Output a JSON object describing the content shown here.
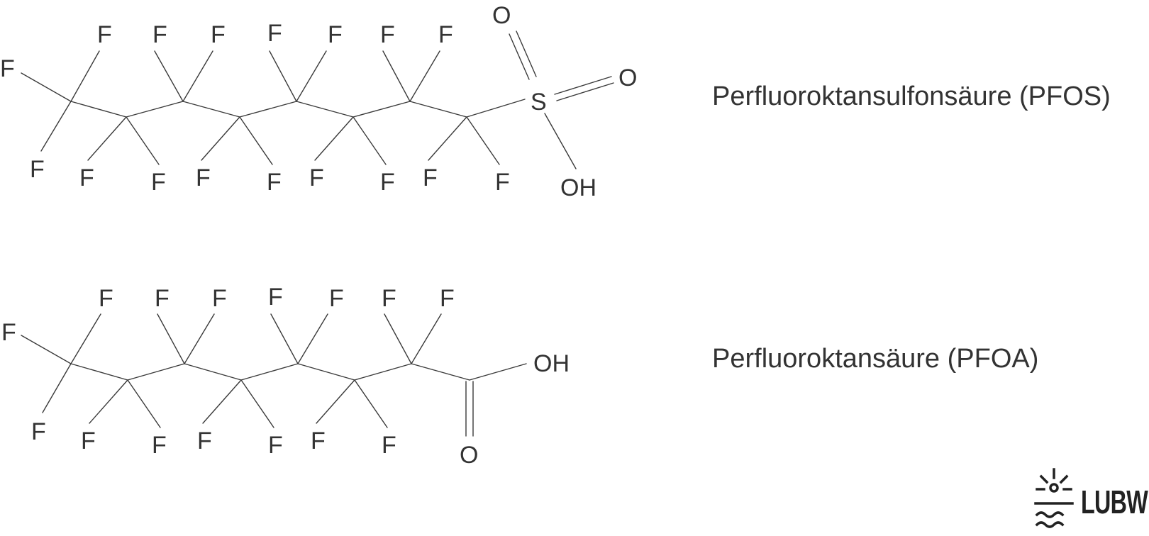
{
  "molecules": [
    {
      "name": "Perfluoroktansulfonsäure (PFOS)",
      "fluorine": "F",
      "sulfur": "S",
      "oxygen": "O",
      "hydroxyl": "OH"
    },
    {
      "name": "Perfluoroktansäure (PFOA)",
      "fluorine": "F",
      "oxygen": "O",
      "hydroxyl": "OH"
    }
  ],
  "logo": {
    "text": "LUBW"
  },
  "colors": {
    "ink": "#333333",
    "background": "#ffffff"
  }
}
